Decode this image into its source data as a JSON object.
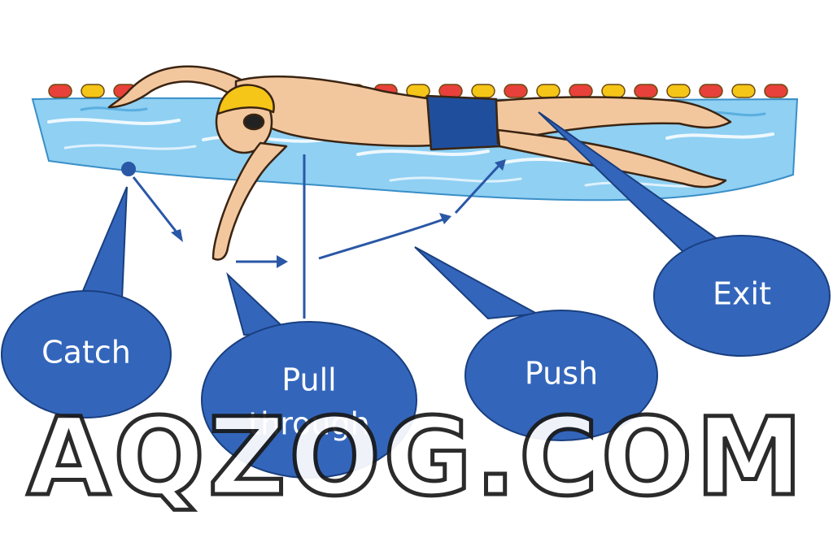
{
  "phases": {
    "catch": "Catch",
    "pull_line1": "Pull",
    "pull_line2": "through",
    "push": "Push",
    "exit": "Exit"
  },
  "watermark": "AQZOG.COM",
  "colors": {
    "bubble": "#3366bb",
    "arrow": "#2a57a6",
    "water": "#7cc6ef",
    "cap": "#f5c518",
    "trunks": "#1f4f9c",
    "skin": "#f3c79e"
  }
}
